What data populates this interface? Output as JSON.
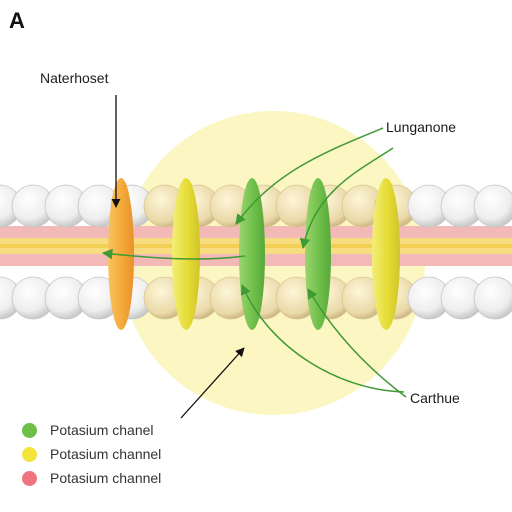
{
  "panel_label": "A",
  "callouts": {
    "naterhoset": "Naterhoset",
    "lunganone": "Lunganone",
    "carthue": "Carthue"
  },
  "legend": [
    {
      "label": "Potasium chanel",
      "color": "#6cc048"
    },
    {
      "label": "Potasium channel",
      "color": "#f2e43a"
    },
    {
      "label": "Potasium channel",
      "color": "#ef7480"
    }
  ],
  "colors": {
    "halo": "#fbf6c2",
    "lipid_head": "#fafafa",
    "lipid_core": "#f0b0ae",
    "channel_orange": "#f4a83a",
    "channel_yellow": "#e8e03c",
    "channel_green": "#6fbf4a",
    "arrow_green": "#3f9a33",
    "arrow_black": "#111111"
  }
}
